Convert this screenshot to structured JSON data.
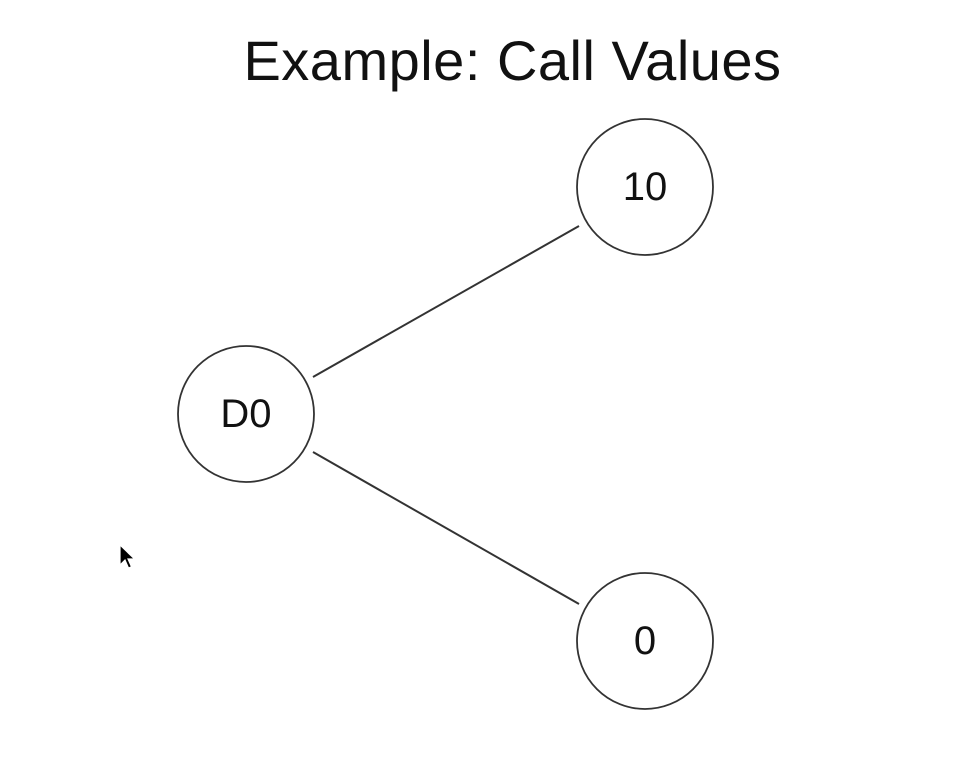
{
  "slide": {
    "title": "Example: Call Values"
  },
  "tree": {
    "root": {
      "label": "D0"
    },
    "up_child": {
      "label": "10"
    },
    "down_child": {
      "label": "0"
    }
  },
  "colors": {
    "background": "#ffffff",
    "stroke": "#333333",
    "text": "#111111"
  },
  "cursor": {
    "icon": "arrow-pointer-icon"
  }
}
